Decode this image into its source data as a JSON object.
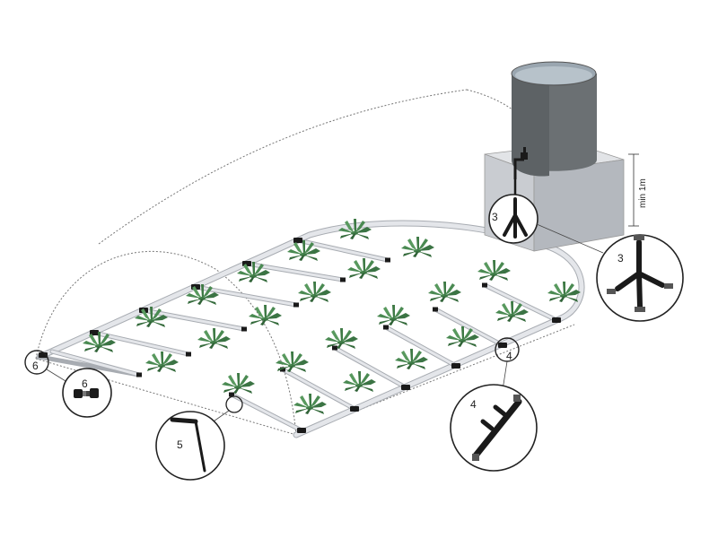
{
  "labels": {
    "callout_3_tank": "3",
    "callout_3_detail": "3",
    "callout_4_pipe": "4",
    "callout_4_detail": "4",
    "callout_5_detail": "5",
    "callout_6_pipe": "6",
    "callout_6_detail": "6",
    "height_note": "min 1m"
  },
  "colors": {
    "pipe": "#e4e6ea",
    "pipe_outline": "#a8acb2",
    "tank": "#6b7073",
    "tank_top": "#9aa6b0",
    "stand": "#c9ccd1",
    "plant": "#3e7a45",
    "fitting": "#1a1a1a",
    "frame_line": "#777777"
  },
  "icons": [
    "fern-plant-icon",
    "drip-emitter-icon",
    "end-cap-icon",
    "tee-fitting-icon",
    "tap-icon"
  ]
}
